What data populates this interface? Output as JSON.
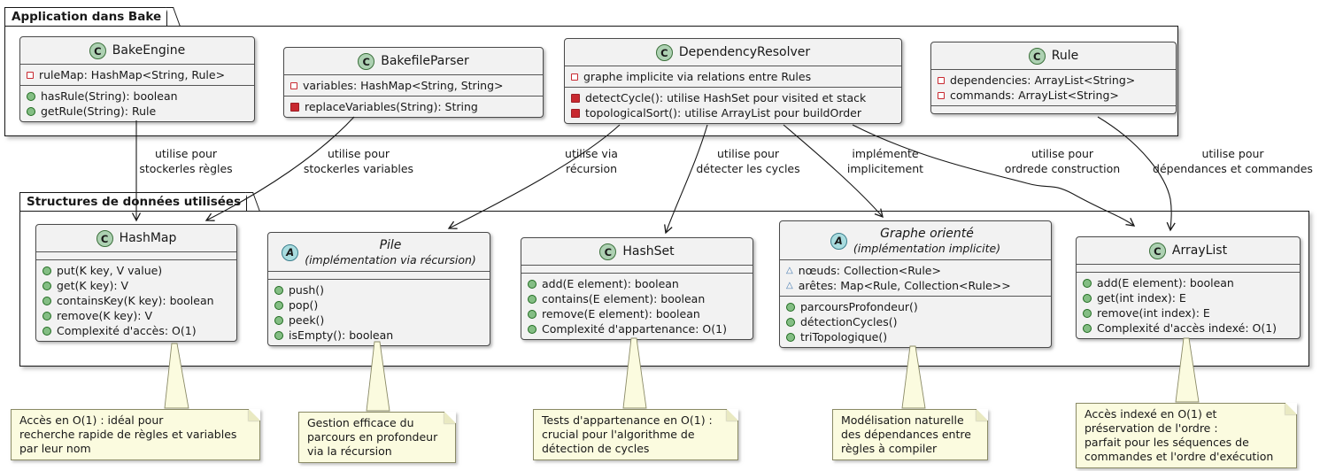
{
  "packages": [
    {
      "title": "Application dans Bake",
      "classes": [
        {
          "stereo": "C",
          "name": "BakeEngine",
          "fields": [
            {
              "visibility": "private",
              "text": "ruleMap: HashMap<String, Rule>"
            }
          ],
          "methods": [
            {
              "visibility": "public",
              "text": "hasRule(String): boolean"
            },
            {
              "visibility": "public",
              "text": "getRule(String): Rule"
            }
          ]
        },
        {
          "stereo": "C",
          "name": "BakefileParser",
          "fields": [
            {
              "visibility": "private",
              "text": "variables: HashMap<String, String>"
            }
          ],
          "methods": [
            {
              "visibility": "private",
              "text": "replaceVariables(String): String"
            }
          ]
        },
        {
          "stereo": "C",
          "name": "DependencyResolver",
          "fields": [
            {
              "visibility": "private",
              "text": "graphe implicite via relations entre Rules"
            }
          ],
          "methods": [
            {
              "visibility": "private",
              "text": "detectCycle(): utilise HashSet pour visited et stack"
            },
            {
              "visibility": "private",
              "text": "topologicalSort(): utilise ArrayList pour buildOrder"
            }
          ]
        },
        {
          "stereo": "C",
          "name": "Rule",
          "fields": [
            {
              "visibility": "private",
              "text": "dependencies: ArrayList<String>"
            },
            {
              "visibility": "private",
              "text": "commands: ArrayList<String>"
            }
          ],
          "methods": []
        }
      ]
    },
    {
      "title": "Structures de données utilisées",
      "classes": [
        {
          "stereo": "C",
          "name": "HashMap",
          "fields": [],
          "methods": [
            {
              "visibility": "public",
              "text": "put(K key, V value)"
            },
            {
              "visibility": "public",
              "text": "get(K key): V"
            },
            {
              "visibility": "public",
              "text": "containsKey(K key): boolean"
            },
            {
              "visibility": "public",
              "text": "remove(K key): V"
            },
            {
              "visibility": "public",
              "text": "Complexité d'accès: O(1)"
            }
          ]
        },
        {
          "stereo": "A",
          "name": "Pile",
          "subtitle": "(implémentation via récursion)",
          "fields": [],
          "methods": [
            {
              "visibility": "public",
              "text": "push()"
            },
            {
              "visibility": "public",
              "text": "pop()"
            },
            {
              "visibility": "public",
              "text": "peek()"
            },
            {
              "visibility": "public",
              "text": "isEmpty(): boolean"
            }
          ]
        },
        {
          "stereo": "C",
          "name": "HashSet",
          "fields": [],
          "methods": [
            {
              "visibility": "public",
              "text": "add(E element): boolean"
            },
            {
              "visibility": "public",
              "text": "contains(E element): boolean"
            },
            {
              "visibility": "public",
              "text": "remove(E element): boolean"
            },
            {
              "visibility": "public",
              "text": "Complexité d'appartenance: O(1)"
            }
          ]
        },
        {
          "stereo": "A",
          "name": "Graphe orienté",
          "subtitle": "(implémentation implicite)",
          "fields": [
            {
              "visibility": "protected",
              "text": "nœuds: Collection<Rule>"
            },
            {
              "visibility": "protected",
              "text": "arêtes: Map<Rule, Collection<Rule>>"
            }
          ],
          "methods": [
            {
              "visibility": "public",
              "text": "parcoursProfondeur()"
            },
            {
              "visibility": "public",
              "text": "détectionCycles()"
            },
            {
              "visibility": "public",
              "text": "triTopologique()"
            }
          ]
        },
        {
          "stereo": "C",
          "name": "ArrayList",
          "fields": [],
          "methods": [
            {
              "visibility": "public",
              "text": "add(E element): boolean"
            },
            {
              "visibility": "public",
              "text": "get(int index): E"
            },
            {
              "visibility": "public",
              "text": "remove(int index): E"
            },
            {
              "visibility": "public",
              "text": "Complexité d'accès indexé: O(1)"
            }
          ]
        }
      ]
    }
  ],
  "edges": [
    {
      "from": "BakeEngine",
      "to": "HashMap",
      "label": [
        "utilise pour",
        "stockerles règles"
      ]
    },
    {
      "from": "BakefileParser",
      "to": "HashMap",
      "label": [
        "utilise pour",
        "stockerles variables"
      ]
    },
    {
      "from": "DependencyResolver",
      "to": "Pile",
      "label": [
        "utilise via",
        "récursion"
      ]
    },
    {
      "from": "DependencyResolver",
      "to": "HashSet",
      "label": [
        "utilise pour",
        "détecter les cycles"
      ]
    },
    {
      "from": "DependencyResolver",
      "to": "Graphe orienté",
      "label": [
        "implémente",
        "implicitement"
      ]
    },
    {
      "from": "DependencyResolver",
      "to": "ArrayList",
      "label": [
        "utilise pour",
        "ordrede construction"
      ]
    },
    {
      "from": "Rule",
      "to": "ArrayList",
      "label": [
        "utilise pour",
        "dépendances et commandes"
      ]
    }
  ],
  "notes": [
    {
      "target": "HashMap",
      "lines": [
        "Accès en O(1) : idéal pour",
        "recherche rapide de règles et variables",
        "par leur nom"
      ]
    },
    {
      "target": "Pile",
      "lines": [
        "Gestion efficace du",
        "parcours en profondeur",
        "via la récursion"
      ]
    },
    {
      "target": "HashSet",
      "lines": [
        "Tests d'appartenance en O(1) :",
        "crucial pour l'algorithme de",
        "détection de cycles"
      ]
    },
    {
      "target": "Graphe orienté",
      "lines": [
        "Modélisation naturelle",
        "des dépendances entre",
        "règles à compiler"
      ]
    },
    {
      "target": "ArrayList",
      "lines": [
        "Accès indexé en O(1) et",
        "préservation de l'ordre :",
        "parfait pour les séquences de",
        "commandes et l'ordre d'exécution"
      ]
    }
  ],
  "icons": {
    "protected_field_glyph": "△"
  },
  "colors": {
    "class_fill": "#F2F2F2",
    "class_border": "#4a4a4a",
    "package_border": "#161616",
    "class_icon_green": "#ADD1B2",
    "abstract_icon_blue": "#A9DCDF",
    "public_green": "#84BE84",
    "private_red": "#C82930",
    "protected_blue": "#4177AF",
    "note_fill": "#FBFBDF",
    "note_border": "#8A8A66",
    "edge_color": "#181818"
  }
}
